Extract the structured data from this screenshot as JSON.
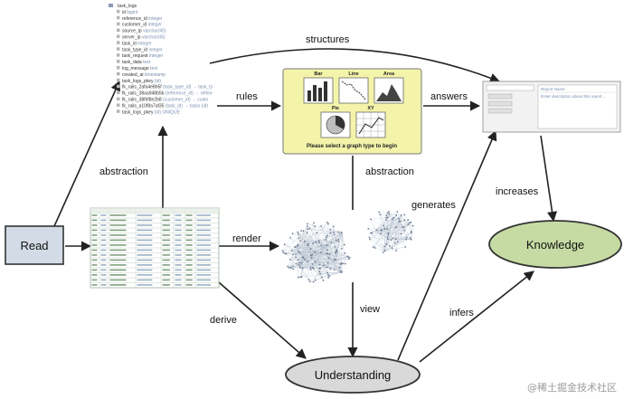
{
  "nodes": {
    "read": "Read",
    "knowledge": "Knowledge",
    "understanding": "Understanding"
  },
  "edges": {
    "structures": "structures",
    "rules": "rules",
    "answers": "answers",
    "abstraction_left": "abstraction",
    "abstraction_mid": "abstraction",
    "render": "render",
    "generates": "generates",
    "increases": "increases",
    "derive": "derive",
    "view": "view",
    "infers": "infers"
  },
  "schema": {
    "table_name": "task_logs",
    "fields": [
      {
        "name": "id",
        "type": "bigint"
      },
      {
        "name": "reference_id",
        "type": "integer"
      },
      {
        "name": "customer_id",
        "type": "integer"
      },
      {
        "name": "source_ip",
        "type": "varchar(45)"
      },
      {
        "name": "server_ip",
        "type": "varchar(45)"
      },
      {
        "name": "task_id",
        "type": "integer"
      },
      {
        "name": "task_type_id",
        "type": "integer"
      },
      {
        "name": "task_request",
        "type": "integer"
      },
      {
        "name": "task_data",
        "type": "text"
      },
      {
        "name": "log_message",
        "type": "text"
      },
      {
        "name": "created_at",
        "type": "timestamp"
      },
      {
        "name": "task_logs_pkey",
        "type": "(id)"
      },
      {
        "name": "fk_rails_2afa4e8b5f",
        "type": "(task_type_id) → task_ty"
      },
      {
        "name": "fk_rails_38aa948b5b",
        "type": "(reference_id) → refere"
      },
      {
        "name": "fk_rails_38f6f8e2b8",
        "type": "(customer_id) → custo"
      },
      {
        "name": "fk_rails_a10f8a7af35",
        "type": "(task_id) → tasks (id)"
      },
      {
        "name": "task_logs_pkey",
        "type": "(id) UNIQUE"
      }
    ]
  },
  "chart_panel": {
    "types": [
      "Bar",
      "Line",
      "Area",
      "Pie",
      "XY"
    ],
    "prompt": "Please select a graph type to begin"
  },
  "report_window": {
    "title": "Report Name",
    "description": "Enter description about this report..."
  },
  "watermark": "@稀土掘金技术社区",
  "colors": {
    "read_node": "#d3dce6",
    "knowledge_node": "#c6dba3",
    "understanding_node": "#d9d9d9",
    "chart_panel_bg": "#f3f4aa"
  }
}
